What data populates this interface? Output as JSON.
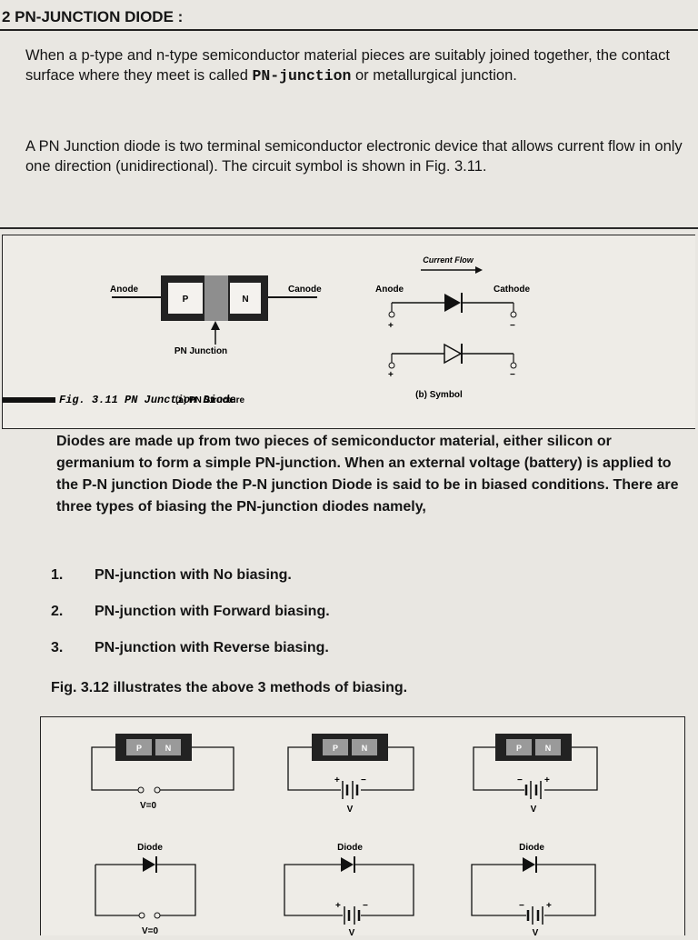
{
  "heading": "2  PN-JUNCTION DIODE :",
  "para1": {
    "text_a": "When a p-type and n-type semiconductor material pieces are suitably joined together, the contact surface where they meet is called ",
    "bold": "PN-junction",
    "text_b": " or metallurgical junction."
  },
  "para2": "A PN Junction diode is two terminal semiconductor electronic device that allows current flow in only one direction (unidirectional). The circuit symbol is shown in Fig. 3.11.",
  "fig311": {
    "anode_left": "Anode",
    "cathode_left": "Canode",
    "p_label": "P",
    "n_label": "N",
    "pn_junction": "PN Junction",
    "structure_caption": "(a) PN Structure",
    "current_flow": "Current Flow",
    "anode_right": "Anode",
    "cathode_right": "Cathode",
    "plus": "+",
    "minus": "−",
    "symbol_caption": "(b) Symbol",
    "figure_caption": "Fig. 3.11 PN Junction Diode"
  },
  "para3": "Diodes are made up from two pieces of semiconductor material, either silicon or germanium to form a simple PN-junction. When an external voltage (battery) is applied to the P-N junction Diode the P-N junction Diode is said to be in biased conditions. There are three types of biasing the PN-junction diodes namely,",
  "list": [
    {
      "num": "1.",
      "text": "PN-junction with No biasing."
    },
    {
      "num": "2.",
      "text": "PN-junction with Forward biasing."
    },
    {
      "num": "3.",
      "text": "PN-junction with Reverse biasing."
    }
  ],
  "caption312": "Fig. 3.12 illustrates the above 3 methods of biasing.",
  "fig312": {
    "p_label": "P",
    "n_label": "N",
    "v0": "V=0",
    "v": "V",
    "diode": "Diode",
    "plus": "+",
    "minus": "−"
  }
}
